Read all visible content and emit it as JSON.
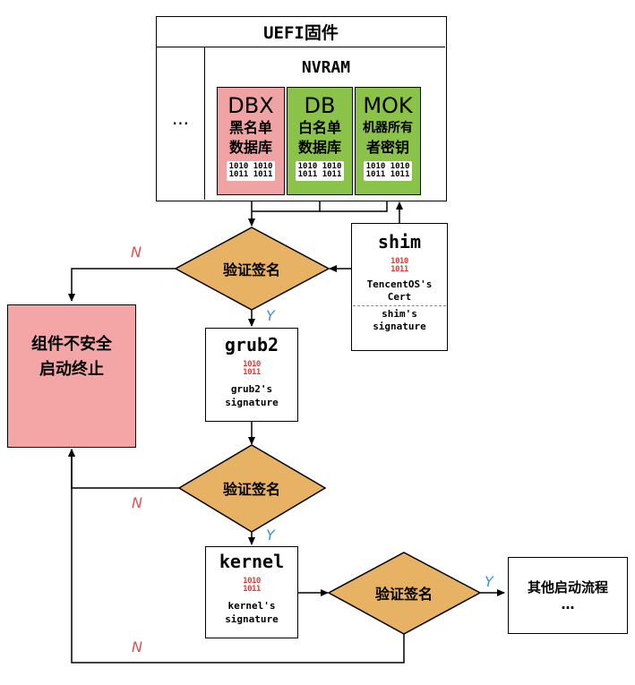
{
  "firmware": {
    "title": "UEFI固件",
    "ellipsis": "···",
    "nvram": "NVRAM"
  },
  "databases": [
    {
      "key": "DBX",
      "line1": "黑名单",
      "line2": "数据库",
      "binary": "1010 1010\n1011 1011",
      "color": "#f0a3a3"
    },
    {
      "key": "DB",
      "line1": "白名单",
      "line2": "数据库",
      "binary": "1010 1010\n1011 1011",
      "color": "#8bc34a"
    },
    {
      "key": "MOK",
      "line1": "机器所有",
      "line2": "者密钥",
      "binary": "1010 1010\n1011 1011",
      "color": "#8bc34a"
    }
  ],
  "shim": {
    "title": "shim",
    "binary": "1010\n1011",
    "cert": "TencentOS's\nCert",
    "signature": "shim's\nsignature"
  },
  "grub2": {
    "title": "grub2",
    "binary": "1010\n1011",
    "signature": "grub2's\nsignature"
  },
  "kernel": {
    "title": "kernel",
    "binary": "1010\n1011",
    "signature": "kernel's\nsignature"
  },
  "decisions": {
    "verify1": "验证签名",
    "verify2": "验证签名",
    "verify3": "验证签名"
  },
  "terminate": {
    "line1": "组件不安全",
    "line2": "启动终止"
  },
  "next": {
    "line1": "其他启动流程",
    "line2": "…"
  },
  "edge_labels": {
    "n1": "N",
    "n2": "N",
    "n3": "N",
    "y1": "Y",
    "y2": "Y",
    "y3": "Y"
  },
  "colors": {
    "diamond": "#e8b264",
    "danger": "#f4a6a6",
    "green": "#8bc34a",
    "dbx": "#f0a3a3",
    "n_label": "#d9534f",
    "y_label": "#3d8fd6"
  }
}
